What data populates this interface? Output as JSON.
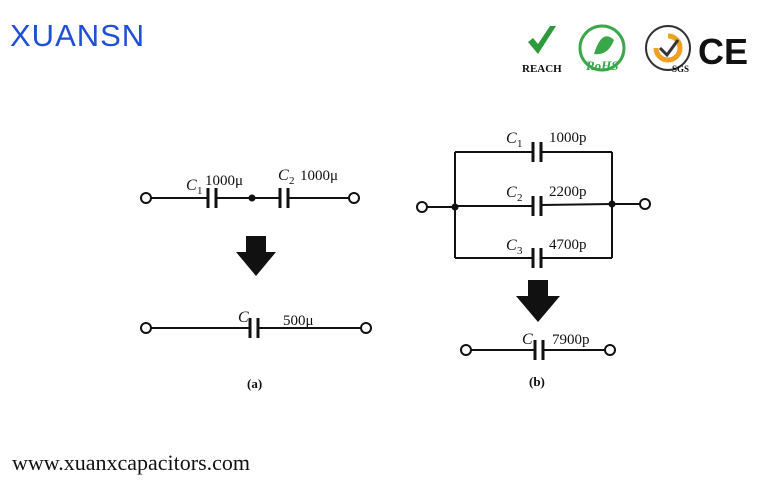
{
  "brand": "XUANSN",
  "website": "www.xuanxcapacitors.com",
  "certifications": [
    {
      "name": "REACH",
      "label": "REACH",
      "color": "#2e9a3c"
    },
    {
      "name": "RoHS",
      "label": "RoHS",
      "color": "#3aa84a"
    },
    {
      "name": "SGS",
      "label": "SGS",
      "color": "#f0a020"
    },
    {
      "name": "CE",
      "label": "CE",
      "color": "#111111"
    }
  ],
  "diagram_a": {
    "caption": "(a)",
    "series": [
      {
        "letter": "C",
        "index": "1",
        "value": "1000μ"
      },
      {
        "letter": "C",
        "index": "2",
        "value": "1000μ"
      }
    ],
    "equivalent": {
      "letter": "C",
      "value": "500μ"
    }
  },
  "diagram_b": {
    "caption": "(b)",
    "parallel": [
      {
        "letter": "C",
        "index": "1",
        "value": "1000p"
      },
      {
        "letter": "C",
        "index": "2",
        "value": "2200p"
      },
      {
        "letter": "C",
        "index": "3",
        "value": "4700p"
      }
    ],
    "equivalent": {
      "letter": "C",
      "value": "7900p"
    }
  }
}
